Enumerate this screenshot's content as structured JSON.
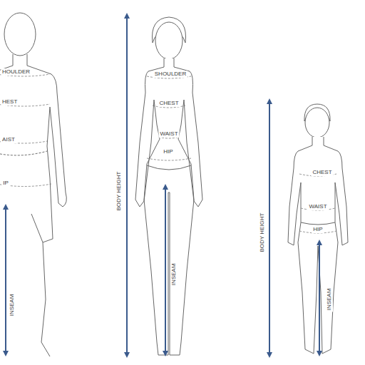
{
  "diagram": {
    "labels": [
      "HOULDER",
      "HEST",
      "AIST",
      "IP",
      "INSEAM",
      "BODY HEIGHT",
      "SHOULDER",
      "CHEST",
      "WAIST",
      "HIP",
      "INSEAM",
      "BODY HEIGHT",
      "CHEST",
      "WAIST",
      "HIP",
      "INSEAM"
    ]
  }
}
